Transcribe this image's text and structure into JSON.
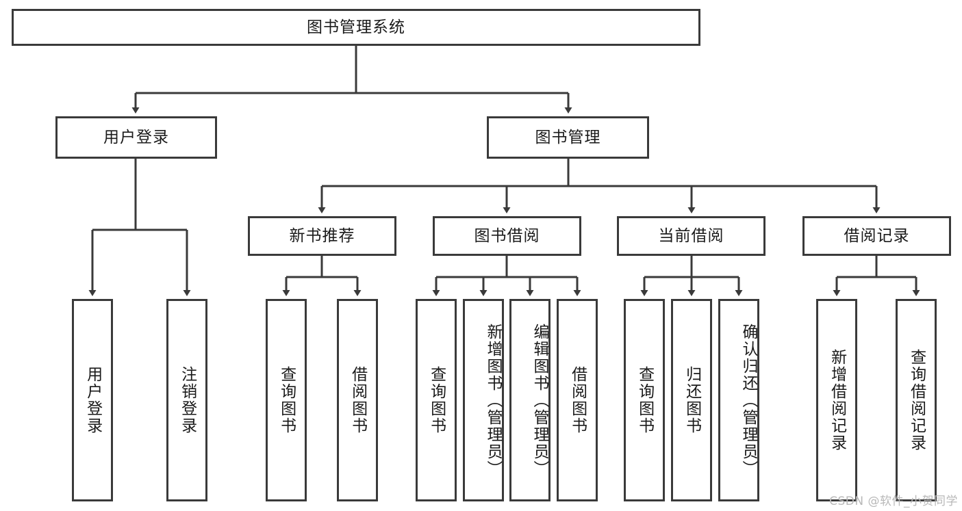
{
  "diagram": {
    "title": "图书管理系统",
    "type": "tree-hierarchy",
    "root": {
      "label": "图书管理系统"
    },
    "level2": [
      {
        "label": "用户登录"
      },
      {
        "label": "图书管理"
      }
    ],
    "level3": [
      {
        "label": "新书推荐"
      },
      {
        "label": "图书借阅"
      },
      {
        "label": "当前借阅"
      },
      {
        "label": "借阅记录"
      }
    ],
    "leaves": {
      "user_login": [
        {
          "label": "用户登录"
        },
        {
          "label": "注销登录"
        }
      ],
      "new_book_recommend": [
        {
          "label": "查询图书"
        },
        {
          "label": "借阅图书"
        }
      ],
      "book_borrow": [
        {
          "label": "查询图书"
        },
        {
          "label": "新增图书（管理员）"
        },
        {
          "label": "编辑图书（管理员）"
        },
        {
          "label": "借阅图书"
        }
      ],
      "current_borrow": [
        {
          "label": "查询图书"
        },
        {
          "label": "归还图书"
        },
        {
          "label": "确认归还（管理员）"
        }
      ],
      "borrow_record": [
        {
          "label": "新增借阅记录"
        },
        {
          "label": "查询借阅记录"
        }
      ]
    }
  },
  "watermark": {
    "text": "CSDN @软件_小贺同学"
  },
  "colors": {
    "stroke": "#3a3a3a",
    "text": "#1a1a1a",
    "background": "#ffffff",
    "watermark": "#b8b8b8"
  }
}
